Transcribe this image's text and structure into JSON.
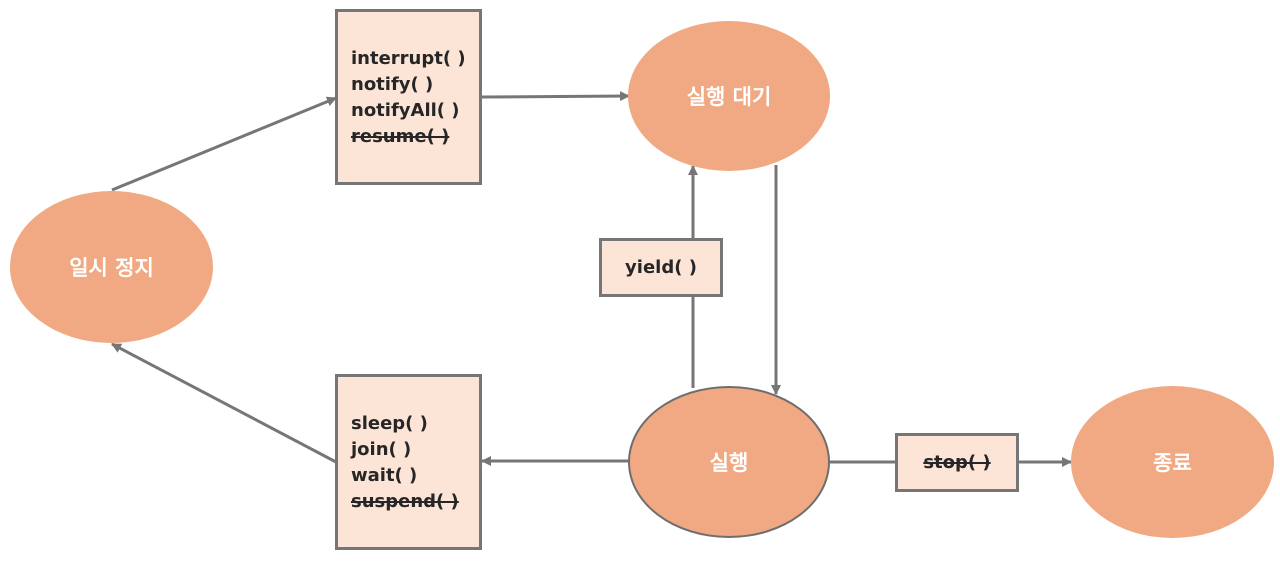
{
  "states": {
    "waiting": {
      "label": "실행 대기"
    },
    "paused": {
      "label": "일시 정지"
    },
    "running": {
      "label": "실행"
    },
    "terminated": {
      "label": "종료"
    }
  },
  "transitions": {
    "to_waiting_from_paused": {
      "methods": [
        {
          "label": "interrupt( )",
          "deprecated": false
        },
        {
          "label": "notify( )",
          "deprecated": false
        },
        {
          "label": "notifyAll( )",
          "deprecated": false
        },
        {
          "label": "resume( )",
          "deprecated": true
        }
      ]
    },
    "to_paused_from_running": {
      "methods": [
        {
          "label": "sleep( )",
          "deprecated": false
        },
        {
          "label": "join( )",
          "deprecated": false
        },
        {
          "label": "wait( )",
          "deprecated": false
        },
        {
          "label": "suspend( )",
          "deprecated": true
        }
      ]
    },
    "to_waiting_from_running": {
      "methods": [
        {
          "label": "yield( )",
          "deprecated": false
        }
      ]
    },
    "to_terminated_from_running": {
      "methods": [
        {
          "label": "stop( )",
          "deprecated": true
        }
      ]
    }
  },
  "colors": {
    "state_fill": "#f0a982",
    "running_border": "#6e6e6e",
    "box_fill": "#fce4d6",
    "box_border": "#767676",
    "arrow": "#767676",
    "text_dark": "#262626",
    "text_light": "#ffffff"
  }
}
